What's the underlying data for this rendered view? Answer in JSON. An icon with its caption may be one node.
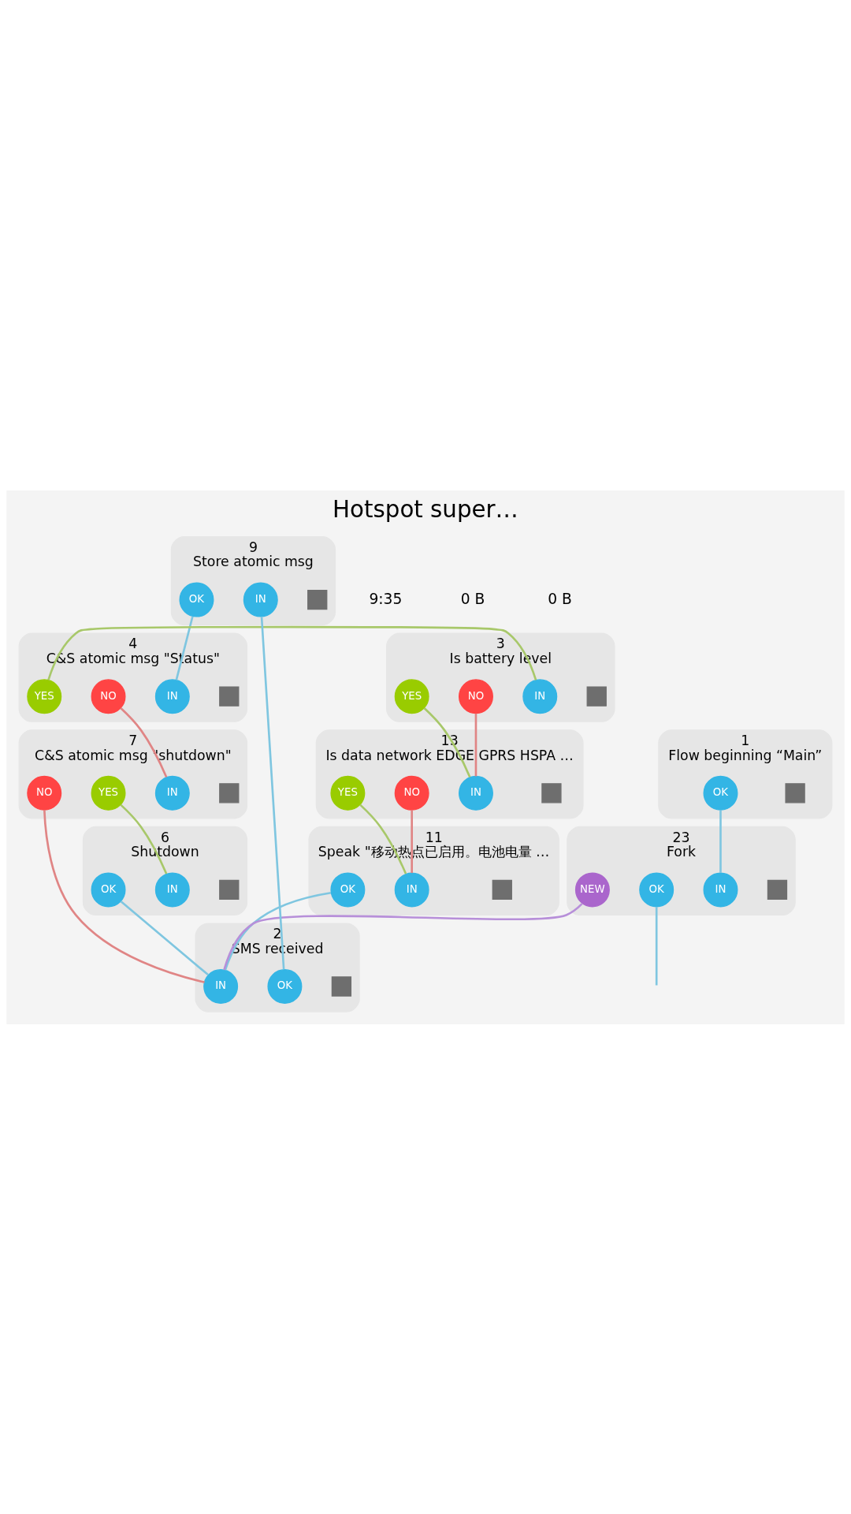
{
  "diagram": {
    "title": "Hotspot super…",
    "nodes": [
      {
        "text": [
          "9",
          "Store atomic msg"
        ]
      },
      {
        "text": [],
        "shape": "box",
        "in": 0
      },
      {
        "text": [
          "IN"
        ],
        "in": 0
      },
      {
        "text": [
          "OK"
        ],
        "in": 0
      },
      {
        "text": [
          "4",
          "C&S atomic msg \"Status\""
        ]
      },
      {
        "text": [],
        "shape": "box",
        "in": 4
      },
      {
        "text": [
          "IN"
        ],
        "in": 4
      },
      {
        "text": [
          "NO"
        ],
        "in": 4
      },
      {
        "text": [
          "YES"
        ],
        "in": 4
      },
      {
        "text": [
          "7",
          "C&S atomic msg \"shutdown\""
        ]
      },
      {
        "text": [],
        "shape": "box",
        "in": 9
      },
      {
        "text": [
          "IN"
        ],
        "in": 9
      },
      {
        "text": [
          "NO"
        ],
        "in": 9
      },
      {
        "text": [
          "YES"
        ],
        "in": 9
      },
      {
        "text": [
          "3",
          "Is battery level"
        ]
      },
      {
        "text": [],
        "shape": "box",
        "in": 14
      },
      {
        "text": [
          "IN"
        ],
        "in": 14
      },
      {
        "text": [
          "NO"
        ],
        "in": 14
      },
      {
        "text": [
          "YES"
        ],
        "in": 14
      },
      {
        "text": [
          "6",
          "Shutdown"
        ]
      },
      {
        "text": [],
        "shape": "box",
        "in": 19
      },
      {
        "text": [
          "IN"
        ],
        "in": 19
      },
      {
        "text": [
          "OK"
        ],
        "in": 19
      },
      {
        "text": [
          "13",
          "Is data network EDGE GPRS HSPA …"
        ]
      },
      {
        "text": [],
        "shape": "box",
        "in": 23
      },
      {
        "text": [
          "IN"
        ],
        "in": 23
      },
      {
        "text": [
          "NO"
        ],
        "in": 23
      },
      {
        "text": [
          "YES"
        ],
        "in": 23
      },
      {
        "text": [
          "1",
          "Flow beginning “Main”"
        ]
      },
      {
        "text": [],
        "shape": "box",
        "in": 28
      },
      {
        "text": [
          "OK"
        ],
        "in": 28
      },
      {
        "text": [
          "11",
          "Speak \"移动热点已启用。电池电量 …"
        ]
      },
      {
        "text": [],
        "shape": "box",
        "in": 31
      },
      {
        "text": [
          "IN"
        ],
        "in": 31
      },
      {
        "text": [
          "OK"
        ],
        "in": 31
      },
      {
        "text": [
          "23",
          "Fork"
        ]
      },
      {
        "text": [],
        "shape": "box",
        "in": 35
      },
      {
        "text": [
          "IN"
        ],
        "in": 35
      },
      {
        "text": [
          "NEW"
        ],
        "in": 35
      },
      {
        "text": [
          "OK"
        ],
        "in": 35
      },
      {
        "text": [
          "2",
          "SMS received"
        ]
      },
      {
        "text": [],
        "shape": "box",
        "in": 40
      },
      {
        "text": [
          "IN"
        ],
        "in": 40
      },
      {
        "text": [
          "OK"
        ],
        "in": 40
      }
    ],
    "edges": [
      {
        "from": 39,
        "to": null,
        "arrow": "none"
      },
      {
        "from": 30,
        "to": 37,
        "arrow": "none"
      },
      {
        "from": 38,
        "to": 42,
        "arrow": "none",
        "color": "#b78fd9"
      },
      {
        "from": 43,
        "to": 2,
        "arrow": "none"
      },
      {
        "from": 3,
        "to": 6,
        "arrow": "none"
      },
      {
        "from": 7,
        "to": 11,
        "arrow": "none",
        "color": "#e08585"
      },
      {
        "from": 8,
        "to": 16,
        "arrow": "none",
        "color": "#a8c86a"
      },
      {
        "from": 13,
        "to": 21,
        "arrow": "none",
        "color": "#a8c86a"
      },
      {
        "from": 12,
        "to": 42,
        "arrow": "none",
        "color": "#e08585"
      },
      {
        "from": 22,
        "to": 42,
        "arrow": "none"
      },
      {
        "from": 18,
        "to": 25,
        "arrow": "none",
        "color": "#a8c86a"
      },
      {
        "from": 17,
        "to": 25,
        "arrow": "none",
        "color": "#e08585"
      },
      {
        "from": 27,
        "to": 33,
        "arrow": "none",
        "color": "#a8c86a"
      },
      {
        "from": 26,
        "to": 33,
        "arrow": "none",
        "color": "#e08585"
      },
      {
        "from": 34,
        "to": 42,
        "arrow": "none"
      }
    ],
    "labels": [
      "9:35",
      "0 B",
      "0 B"
    ]
  }
}
